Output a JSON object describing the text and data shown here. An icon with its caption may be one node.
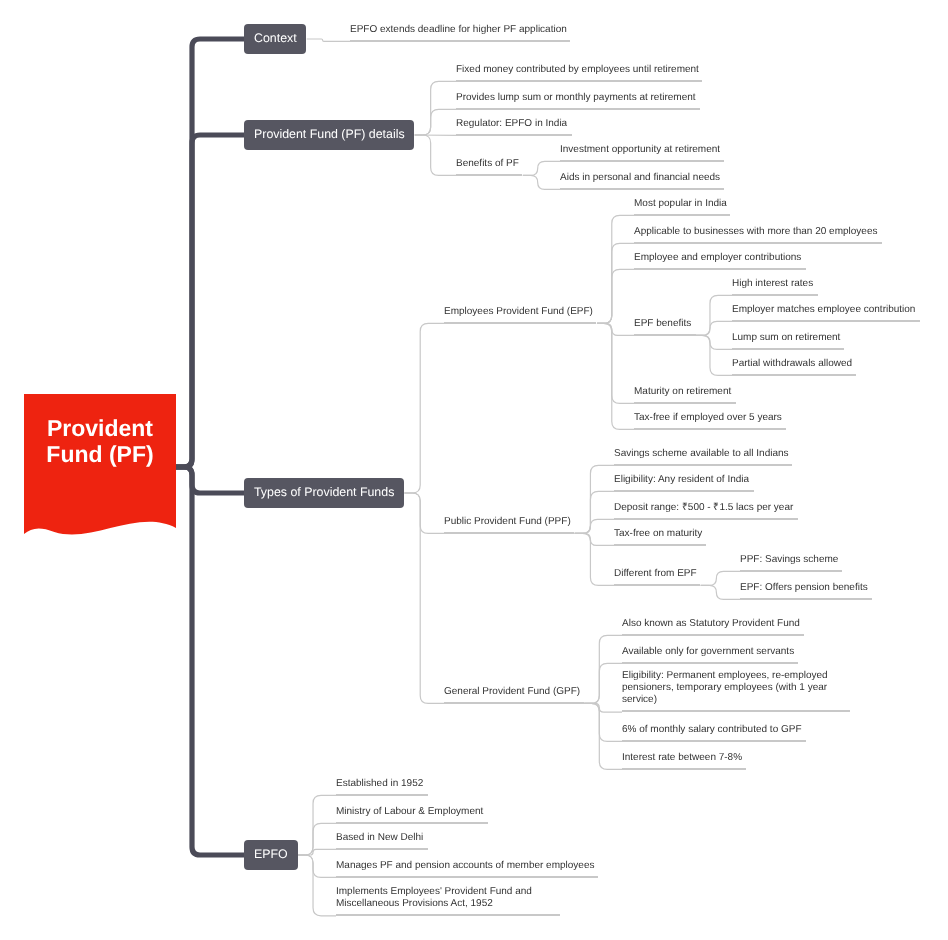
{
  "diagram": {
    "nodes": [
      {
        "text": [
          "Provident Fund (PF)"
        ]
      },
      {
        "text": [
          "Context"
        ]
      },
      {
        "text": [
          "EPFO extends deadline for higher PF application"
        ]
      },
      {
        "text": [
          "Provident Fund (PF) details"
        ]
      },
      {
        "text": [
          "Fixed money contributed by employees until retirement"
        ]
      },
      {
        "text": [
          "Provides lump sum or monthly payments at retirement"
        ]
      },
      {
        "text": [
          "Regulator: EPFO in India"
        ]
      },
      {
        "text": [
          "Benefits of PF"
        ]
      },
      {
        "text": [
          "Investment opportunity at retirement"
        ]
      },
      {
        "text": [
          "Aids in personal and financial needs"
        ]
      },
      {
        "text": [
          "Types of Provident Funds"
        ]
      },
      {
        "text": [
          "Employees Provident Fund (EPF)"
        ]
      },
      {
        "text": [
          "Most popular in India"
        ]
      },
      {
        "text": [
          "Applicable to businesses with more than 20 employees"
        ]
      },
      {
        "text": [
          "Employee and employer contributions"
        ]
      },
      {
        "text": [
          "EPF benefits"
        ]
      },
      {
        "text": [
          "High interest rates"
        ]
      },
      {
        "text": [
          "Employer matches employee contribution"
        ]
      },
      {
        "text": [
          "Lump sum on retirement"
        ]
      },
      {
        "text": [
          "Partial withdrawals allowed"
        ]
      },
      {
        "text": [
          "Maturity on retirement"
        ]
      },
      {
        "text": [
          "Tax-free if employed over 5 years"
        ]
      },
      {
        "text": [
          "Public Provident Fund (PPF)"
        ]
      },
      {
        "text": [
          "Savings scheme available to all Indians"
        ]
      },
      {
        "text": [
          "Eligibility: Any resident of India"
        ]
      },
      {
        "text": [
          "Deposit range: ₹500 - ₹1.5 lacs per year"
        ]
      },
      {
        "text": [
          "Tax-free on maturity"
        ]
      },
      {
        "text": [
          "Different from EPF"
        ]
      },
      {
        "text": [
          "PPF: Savings scheme"
        ]
      },
      {
        "text": [
          "EPF: Offers pension benefits"
        ]
      },
      {
        "text": [
          "General Provident Fund (GPF)"
        ]
      },
      {
        "text": [
          "Also known as Statutory Provident Fund"
        ]
      },
      {
        "text": [
          "Available only for government servants"
        ]
      },
      {
        "text": [
          "Eligibility: Permanent employees, re-employed pensioners, temporary employees (with 1 year service)"
        ]
      },
      {
        "text": [
          "6% of monthly salary contributed to GPF"
        ]
      },
      {
        "text": [
          "Interest rate between 7-8%"
        ]
      },
      {
        "text": [
          "EPFO"
        ]
      },
      {
        "text": [
          "Established in 1952"
        ]
      },
      {
        "text": [
          "Ministry of Labour & Employment"
        ]
      },
      {
        "text": [
          "Based in New Delhi"
        ]
      },
      {
        "text": [
          "Manages PF and pension accounts of member employees"
        ]
      },
      {
        "text": [
          "Implements Employees' Provident Fund and Miscellaneous Provisions Act, 1952"
        ]
      }
    ],
    "edges": [
      {
        "from": 0,
        "to": 1,
        "arrow": "none",
        "style": "thick",
        "color": "#4b4b58"
      },
      {
        "from": 0,
        "to": 3,
        "arrow": "none",
        "style": "thick",
        "color": "#4b4b58"
      },
      {
        "from": 0,
        "to": 10,
        "arrow": "none",
        "style": "thick",
        "color": "#4b4b58"
      },
      {
        "from": 0,
        "to": 36,
        "arrow": "none",
        "style": "thick",
        "color": "#4b4b58"
      },
      {
        "from": 1,
        "to": 2,
        "arrow": "none"
      },
      {
        "from": 3,
        "to": 4,
        "arrow": "none"
      },
      {
        "from": 3,
        "to": 5,
        "arrow": "none"
      },
      {
        "from": 3,
        "to": 6,
        "arrow": "none"
      },
      {
        "from": 3,
        "to": 7,
        "arrow": "none"
      },
      {
        "from": 7,
        "to": 8,
        "arrow": "none"
      },
      {
        "from": 7,
        "to": 9,
        "arrow": "none"
      },
      {
        "from": 10,
        "to": 11,
        "arrow": "none"
      },
      {
        "from": 10,
        "to": 22,
        "arrow": "none"
      },
      {
        "from": 10,
        "to": 30,
        "arrow": "none"
      },
      {
        "from": 11,
        "to": 12,
        "arrow": "none"
      },
      {
        "from": 11,
        "to": 13,
        "arrow": "none"
      },
      {
        "from": 11,
        "to": 14,
        "arrow": "none"
      },
      {
        "from": 11,
        "to": 15,
        "arrow": "none"
      },
      {
        "from": 11,
        "to": 20,
        "arrow": "none"
      },
      {
        "from": 11,
        "to": 21,
        "arrow": "none"
      },
      {
        "from": 15,
        "to": 16,
        "arrow": "none"
      },
      {
        "from": 15,
        "to": 17,
        "arrow": "none"
      },
      {
        "from": 15,
        "to": 18,
        "arrow": "none"
      },
      {
        "from": 15,
        "to": 19,
        "arrow": "none"
      },
      {
        "from": 22,
        "to": 23,
        "arrow": "none"
      },
      {
        "from": 22,
        "to": 24,
        "arrow": "none"
      },
      {
        "from": 22,
        "to": 25,
        "arrow": "none"
      },
      {
        "from": 22,
        "to": 26,
        "arrow": "none"
      },
      {
        "from": 22,
        "to": 27,
        "arrow": "none"
      },
      {
        "from": 27,
        "to": 28,
        "arrow": "none"
      },
      {
        "from": 27,
        "to": 29,
        "arrow": "none"
      },
      {
        "from": 30,
        "to": 31,
        "arrow": "none"
      },
      {
        "from": 30,
        "to": 32,
        "arrow": "none"
      },
      {
        "from": 30,
        "to": 33,
        "arrow": "none"
      },
      {
        "from": 30,
        "to": 34,
        "arrow": "none"
      },
      {
        "from": 30,
        "to": 35,
        "arrow": "none"
      },
      {
        "from": 36,
        "to": 37,
        "arrow": "none"
      },
      {
        "from": 36,
        "to": 38,
        "arrow": "none"
      },
      {
        "from": 36,
        "to": 39,
        "arrow": "none"
      },
      {
        "from": 36,
        "to": 40,
        "arrow": "none"
      },
      {
        "from": 36,
        "to": 41,
        "arrow": "none"
      }
    ]
  }
}
